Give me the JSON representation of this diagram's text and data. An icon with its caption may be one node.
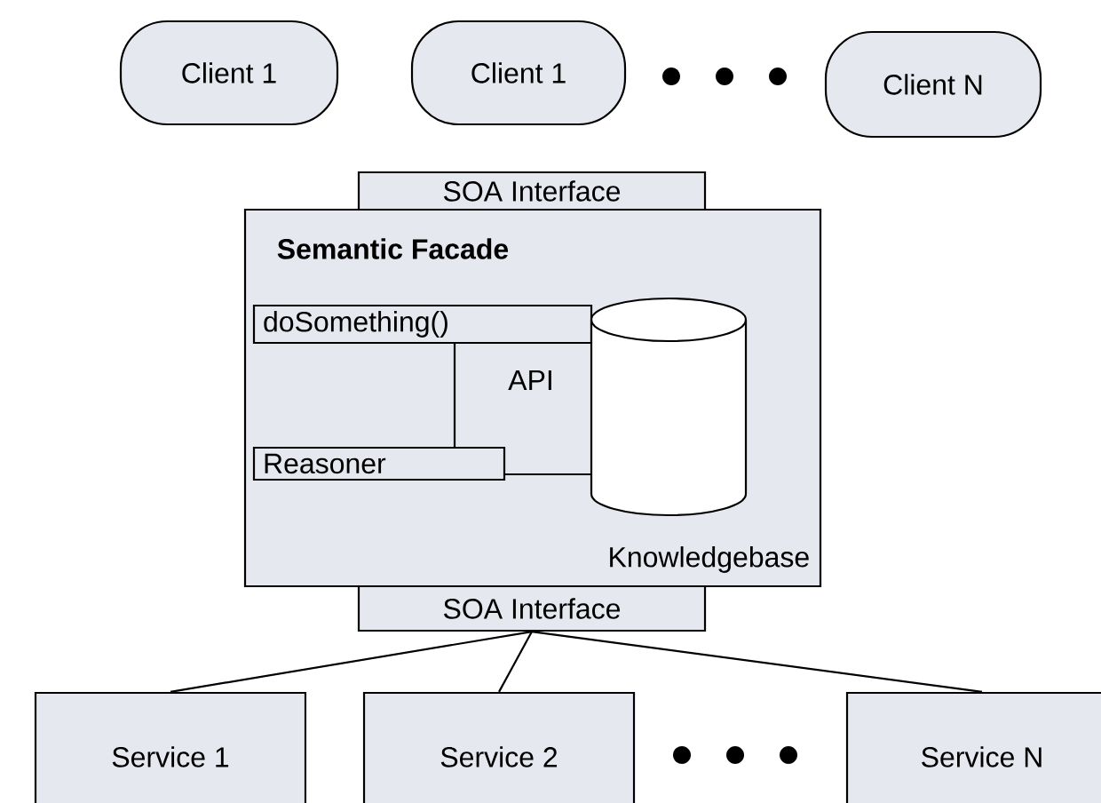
{
  "diagram": {
    "nodes": [
      {
        "text": [
          "Client 1"
        ]
      },
      {
        "text": [
          "Client 1"
        ]
      },
      {
        "text": [
          "Client N"
        ]
      },
      {
        "text": [
          "SOA Interface"
        ]
      },
      {
        "text": [
          "Semantic Facade"
        ]
      },
      {
        "text": [
          "doSomething()"
        ],
        "in": 4
      },
      {
        "text": [
          "API"
        ],
        "in": 4
      },
      {
        "text": [
          "Reasoner"
        ],
        "in": 4
      },
      {
        "text": [
          "Knowledgebase"
        ],
        "in": 4
      },
      {
        "text": [
          "SOA Interface"
        ]
      },
      {
        "text": [
          "Service 1"
        ]
      },
      {
        "text": [
          "Service 2"
        ]
      },
      {
        "text": [
          "Service N"
        ]
      }
    ],
    "edges": [
      {
        "from": 9,
        "to": 10,
        "arrow": "none"
      },
      {
        "from": 9,
        "to": 11,
        "arrow": "none"
      },
      {
        "from": 9,
        "to": 12,
        "arrow": "none"
      }
    ]
  }
}
